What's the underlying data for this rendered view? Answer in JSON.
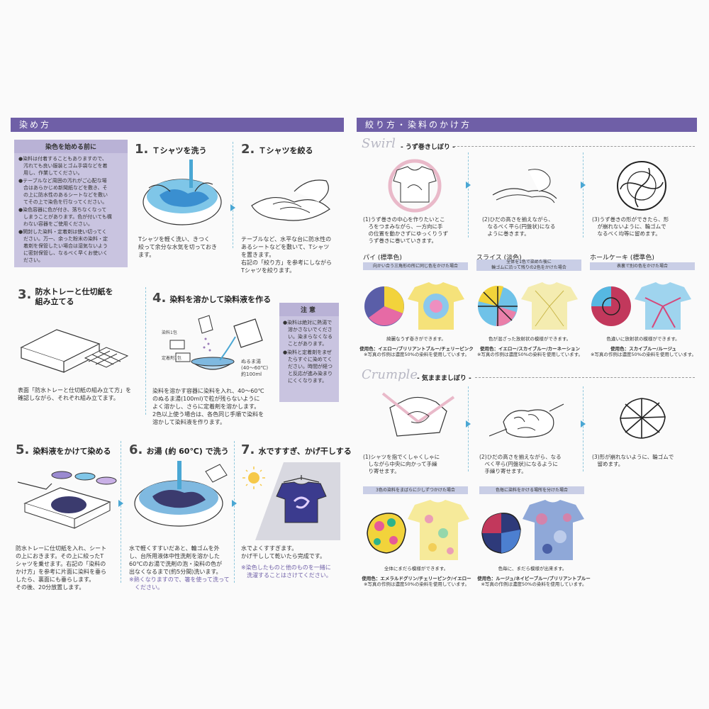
{
  "left": {
    "section_title": "染め方",
    "prep": {
      "title": "染色を始める前に",
      "items": [
        "●染料は付着することもありますので、\n　汚れても良い服装とゴム手袋などを着\n　用し、作業してください。",
        "●テーブルなど周囲の汚れがご心配な場\n　合はあらかじめ新聞紙などを敷き、そ\n　の上に防水性のあるシートなどを敷い\n　てその上で染色を行なってください。",
        "●染色容器に色が付き、落ちなくなって\n　しまうことがあります。色が付いても構\n　わない容器をご使用ください。",
        "●開封した染料・定着剤は使い切ってく\n　ださい。万一、余った粉末の染料・定\n　着剤を保管したい場合は湿気ないよう\n　に密封保管し、なるべく早くお使いく\n　ださい。"
      ]
    },
    "steps": [
      {
        "num": "1.",
        "title": "Ｔシャツを洗う",
        "text": "Tシャツを軽く洗い、きつく\n絞って余分な水気を切っておき\nます。"
      },
      {
        "num": "2.",
        "title": "Ｔシャツを絞る",
        "text": "テーブルなど、水平な台に防水性の\nあるシートなどを敷いて、Tシャツ\nを置きます。\n右記の「絞り方」を参考にしながら\nTシャツを絞ります。"
      },
      {
        "num": "3.",
        "title": "防水トレーと仕切紙を\n組み立てる",
        "text": "表面「防水トレーと仕切紙の組み立て方」を\n確認しながら、それぞれ組み立てます。"
      },
      {
        "num": "4.",
        "title": "染料を溶かして染料液を作る",
        "text": "染料を溶かす容器に染料を入れ、40～60℃\nのぬるま湯(100ml)で粒が残らないように\nよく溶かし、さらに定着剤を溶かします。\n2色以上使う場合は、各色同じ手順で染料を\n溶かして染料液を作ります。"
      },
      {
        "num": "5.",
        "title": "染料液をかけて染める",
        "text": "防水トレーに仕切紙を入れ、シート\nの上におきます。その上に絞ったT\nシャツを乗せます。右記の「染料の\nかけ方」を参考に片面に染料を垂ら\nしたら、裏面にも垂らします。\nその後、20分放置します。"
      },
      {
        "num": "6.",
        "title": "お湯 (約 60℃) で洗う",
        "text": "水で軽くすすいだあと、輪ゴムを外\nし、台所用液体中性洗剤を溶かした\n60℃のお湯で洗剤の泡・染料の色が\n出なくなるまで(約5分間)洗います。",
        "note": "※熱くなりますので、箸を使って洗って\n　ください。"
      },
      {
        "num": "7.",
        "title": "水ですすぎ、かげ干しする",
        "text": "水でよくすすぎます。\nかげ干しして乾いたら完成です。",
        "note": "※染色したものと他のものを一緒に\n　洗濯することはさけてください。"
      }
    ],
    "step4_labels": {
      "dye": "染料1包",
      "fixer": "定着剤1包",
      "water": "ぬるま湯\n(40～60℃)\n約100ml"
    },
    "caution": {
      "title": "注意",
      "items": [
        "●染料は絶対に熱湯で\n　溶かさないでくださ\n　い。染まらなくなる\n　ことがあります。",
        "●染料と定着剤をまぜ\n　たらすぐに染めてく\n　ださい。時間が経つ\n　と反応が進み染まり\n　にくくなります。"
      ]
    }
  },
  "right": {
    "section_title": "絞り方・染料のかけ方",
    "swirl": {
      "script": "Swirl",
      "subtitle": "- うず巻きしぼり -",
      "steps": [
        "(1)うず巻きの中心を作りたいとこ\n　ろをつまみながら、一方向に手\n　の位置を動かさずにゆっくりうず\n　うず巻きに巻いていきます。",
        "(2)ひだの高さを揃えながら、\n　なるべく平ら(円盤状)になる\n　ように巻きます。",
        "(3)うず巻きの形ができたら、形\n　が崩れないように、輪ゴムで\n　なるべく均等に留めます。"
      ],
      "variants": [
        {
          "name": "パイ (標準色)",
          "bar": "向かい合う三角形の所に同じ色をかけた場合",
          "caption": "綺麗なうず巻きができます。",
          "colors": "使用色：イエロー/ブリリアントブルー/チェリーピンク",
          "note": "※写真の作例は濃度50%の染料を使用しています。"
        },
        {
          "name": "スライス (淡色)",
          "bar": "全体を1色で染めた後に\n輪ゴムに沿って残りの2色をかけた場合",
          "caption": "色が混ざった放射状の模様ができます。",
          "colors": "使用色：イエロー/スカイブルー/カーネーション",
          "note": "※写真の作例は濃度50%の染料を使用しています。"
        },
        {
          "name": "ホールケーキ (標準色)",
          "bar": "表裏で別の色をかけた場合",
          "caption": "色違いに放射状の模様ができます。",
          "colors": "使用色：スカイブルー/ルージュ",
          "note": "※写真の作例は濃度50%の染料を使用しています。"
        }
      ]
    },
    "crumple": {
      "script": "Crumple",
      "subtitle": "- 気ままましぼり -",
      "steps": [
        "(1)シャツを指でくしゃくしゃに\n　しながら中央に向かって手繰\n　り寄せます。",
        "(2)ひだの高さを揃えながら、なる\n　べく平ら(円盤状)になるように\n　手繰り寄せます。",
        "(3)形が崩れないように、輪ゴムで\n　留めます。"
      ],
      "variants": [
        {
          "bar": "3色の染料をまばらに少しずつかけた場合",
          "caption": "全体にまだら模様ができます。",
          "colors": "使用色：エメラルドグリン/チェリーピンク/イエロー",
          "note": "※写真の作例は濃度50%の染料を使用しています。"
        },
        {
          "bar": "色毎に染料をかける場所を分けた場合",
          "caption": "色毎に、まだら模様が出来ます。",
          "colors": "使用色：ルージュ/ネイビーブルー/ブリリアントブルー",
          "note": "※写真の作例は濃度50%の染料を使用しています。"
        }
      ]
    }
  },
  "palette": {
    "accent": "#6f5fa7",
    "lilac": "#c9c4e0",
    "blue": "#4aa7d4"
  }
}
